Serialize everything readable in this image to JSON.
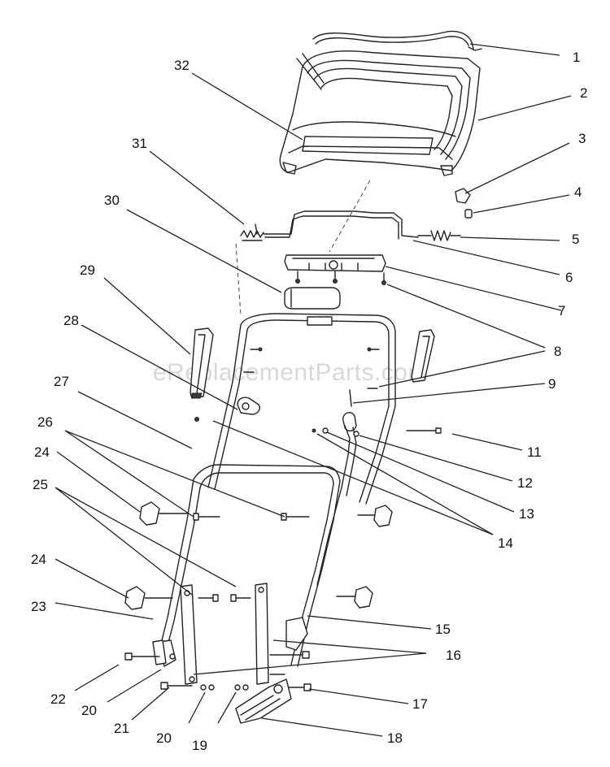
{
  "watermark": "eReplacementParts.com",
  "callouts": [
    {
      "label": "1"
    },
    {
      "label": "2"
    },
    {
      "label": "3"
    },
    {
      "label": "4"
    },
    {
      "label": "5"
    },
    {
      "label": "6"
    },
    {
      "label": "7"
    },
    {
      "label": "8"
    },
    {
      "label": "9"
    },
    {
      "label": "11"
    },
    {
      "label": "12"
    },
    {
      "label": "13"
    },
    {
      "label": "14"
    },
    {
      "label": "15"
    },
    {
      "label": "16"
    },
    {
      "label": "17"
    },
    {
      "label": "18"
    },
    {
      "label": "19"
    },
    {
      "label": "20"
    },
    {
      "label": "20"
    },
    {
      "label": "21"
    },
    {
      "label": "22"
    },
    {
      "label": "23"
    },
    {
      "label": "24"
    },
    {
      "label": "24"
    },
    {
      "label": "25"
    },
    {
      "label": "26"
    },
    {
      "label": "27"
    },
    {
      "label": "28"
    },
    {
      "label": "29"
    },
    {
      "label": "30"
    },
    {
      "label": "31"
    },
    {
      "label": "32"
    }
  ]
}
